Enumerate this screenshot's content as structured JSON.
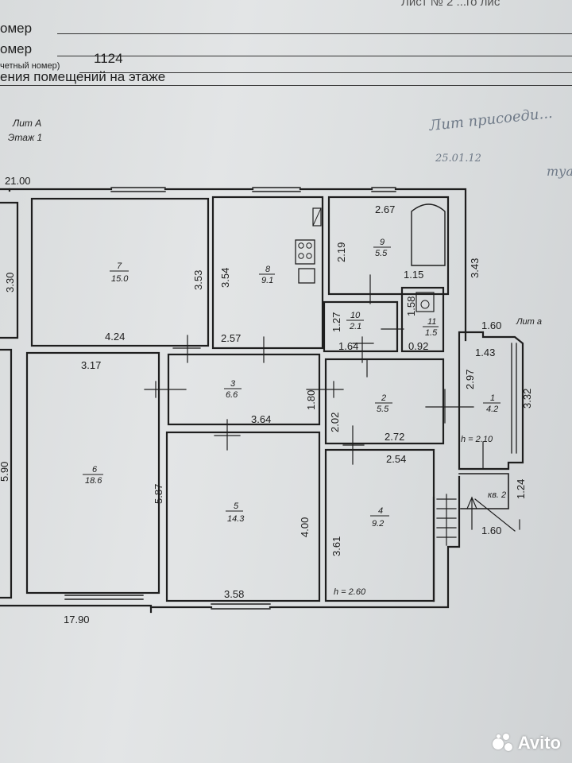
{
  "header": {
    "top_right_fragment": "Лист № 2  ...го лис",
    "line1_label": "омер",
    "line2_label": "омер",
    "line3_label": "четный номер)",
    "line3_value": "1124",
    "line4_label": "ения помещений на этаже"
  },
  "plan": {
    "lit_label": "Лит А",
    "floor_label": "Этаж 1",
    "lit_a_small": "Лит а",
    "handwriting_1": "Лит присоеди...",
    "handwriting_date": "25.01.12",
    "handwriting_2": "туа",
    "kv_label": "кв. 2",
    "h_label_small": "h = 2.10",
    "h_label_main": "h = 2.60"
  },
  "dimensions": {
    "d_21_00": "21.00",
    "d_3_30": "3.30",
    "d_3_53": "3.53",
    "d_3_54": "3.54",
    "d_2_67": "2.67",
    "d_2_19": "2.19",
    "d_1_15": "1.15",
    "d_3_43": "3.43",
    "d_1_27": "1.27",
    "d_1_58": "1.58",
    "d_1_60_top": "1.60",
    "d_4_24": "4.24",
    "d_2_57": "2.57",
    "d_1_64": "1.64",
    "d_0_92": "0.92",
    "d_1_43": "1.43",
    "d_3_17": "3.17",
    "d_2_97": "2.97",
    "d_3_32": "3.32",
    "d_1_80": "1.80",
    "d_2_02": "2.02",
    "d_3_64": "3.64",
    "d_2_72": "2.72",
    "d_2_54": "2.54",
    "d_5_87": "5.87",
    "d_5_90": "5.90",
    "d_4_00": "4.00",
    "d_3_61": "3.61",
    "d_1_24": "1.24",
    "d_1_60_bottom": "1.60",
    "d_3_58": "3.58",
    "d_17_90": "17.90"
  },
  "rooms": [
    {
      "num": "7",
      "area": "15.0"
    },
    {
      "num": "8",
      "area": "9.1"
    },
    {
      "num": "9",
      "area": "5.5"
    },
    {
      "num": "10",
      "area": "2.1"
    },
    {
      "num": "11",
      "area": "1.5"
    },
    {
      "num": "3",
      "area": "6.6"
    },
    {
      "num": "2",
      "area": "5.5"
    },
    {
      "num": "1",
      "area": "4.2"
    },
    {
      "num": "6",
      "area": "18.6"
    },
    {
      "num": "5",
      "area": "14.3"
    },
    {
      "num": "4",
      "area": "9.2"
    }
  ],
  "watermark": {
    "text": "Avito",
    "icon": "avito-logo-icon"
  },
  "colors": {
    "line": "#1e1e1e",
    "paper": "#e0e2e3",
    "handwriting": "#6f7a88"
  }
}
